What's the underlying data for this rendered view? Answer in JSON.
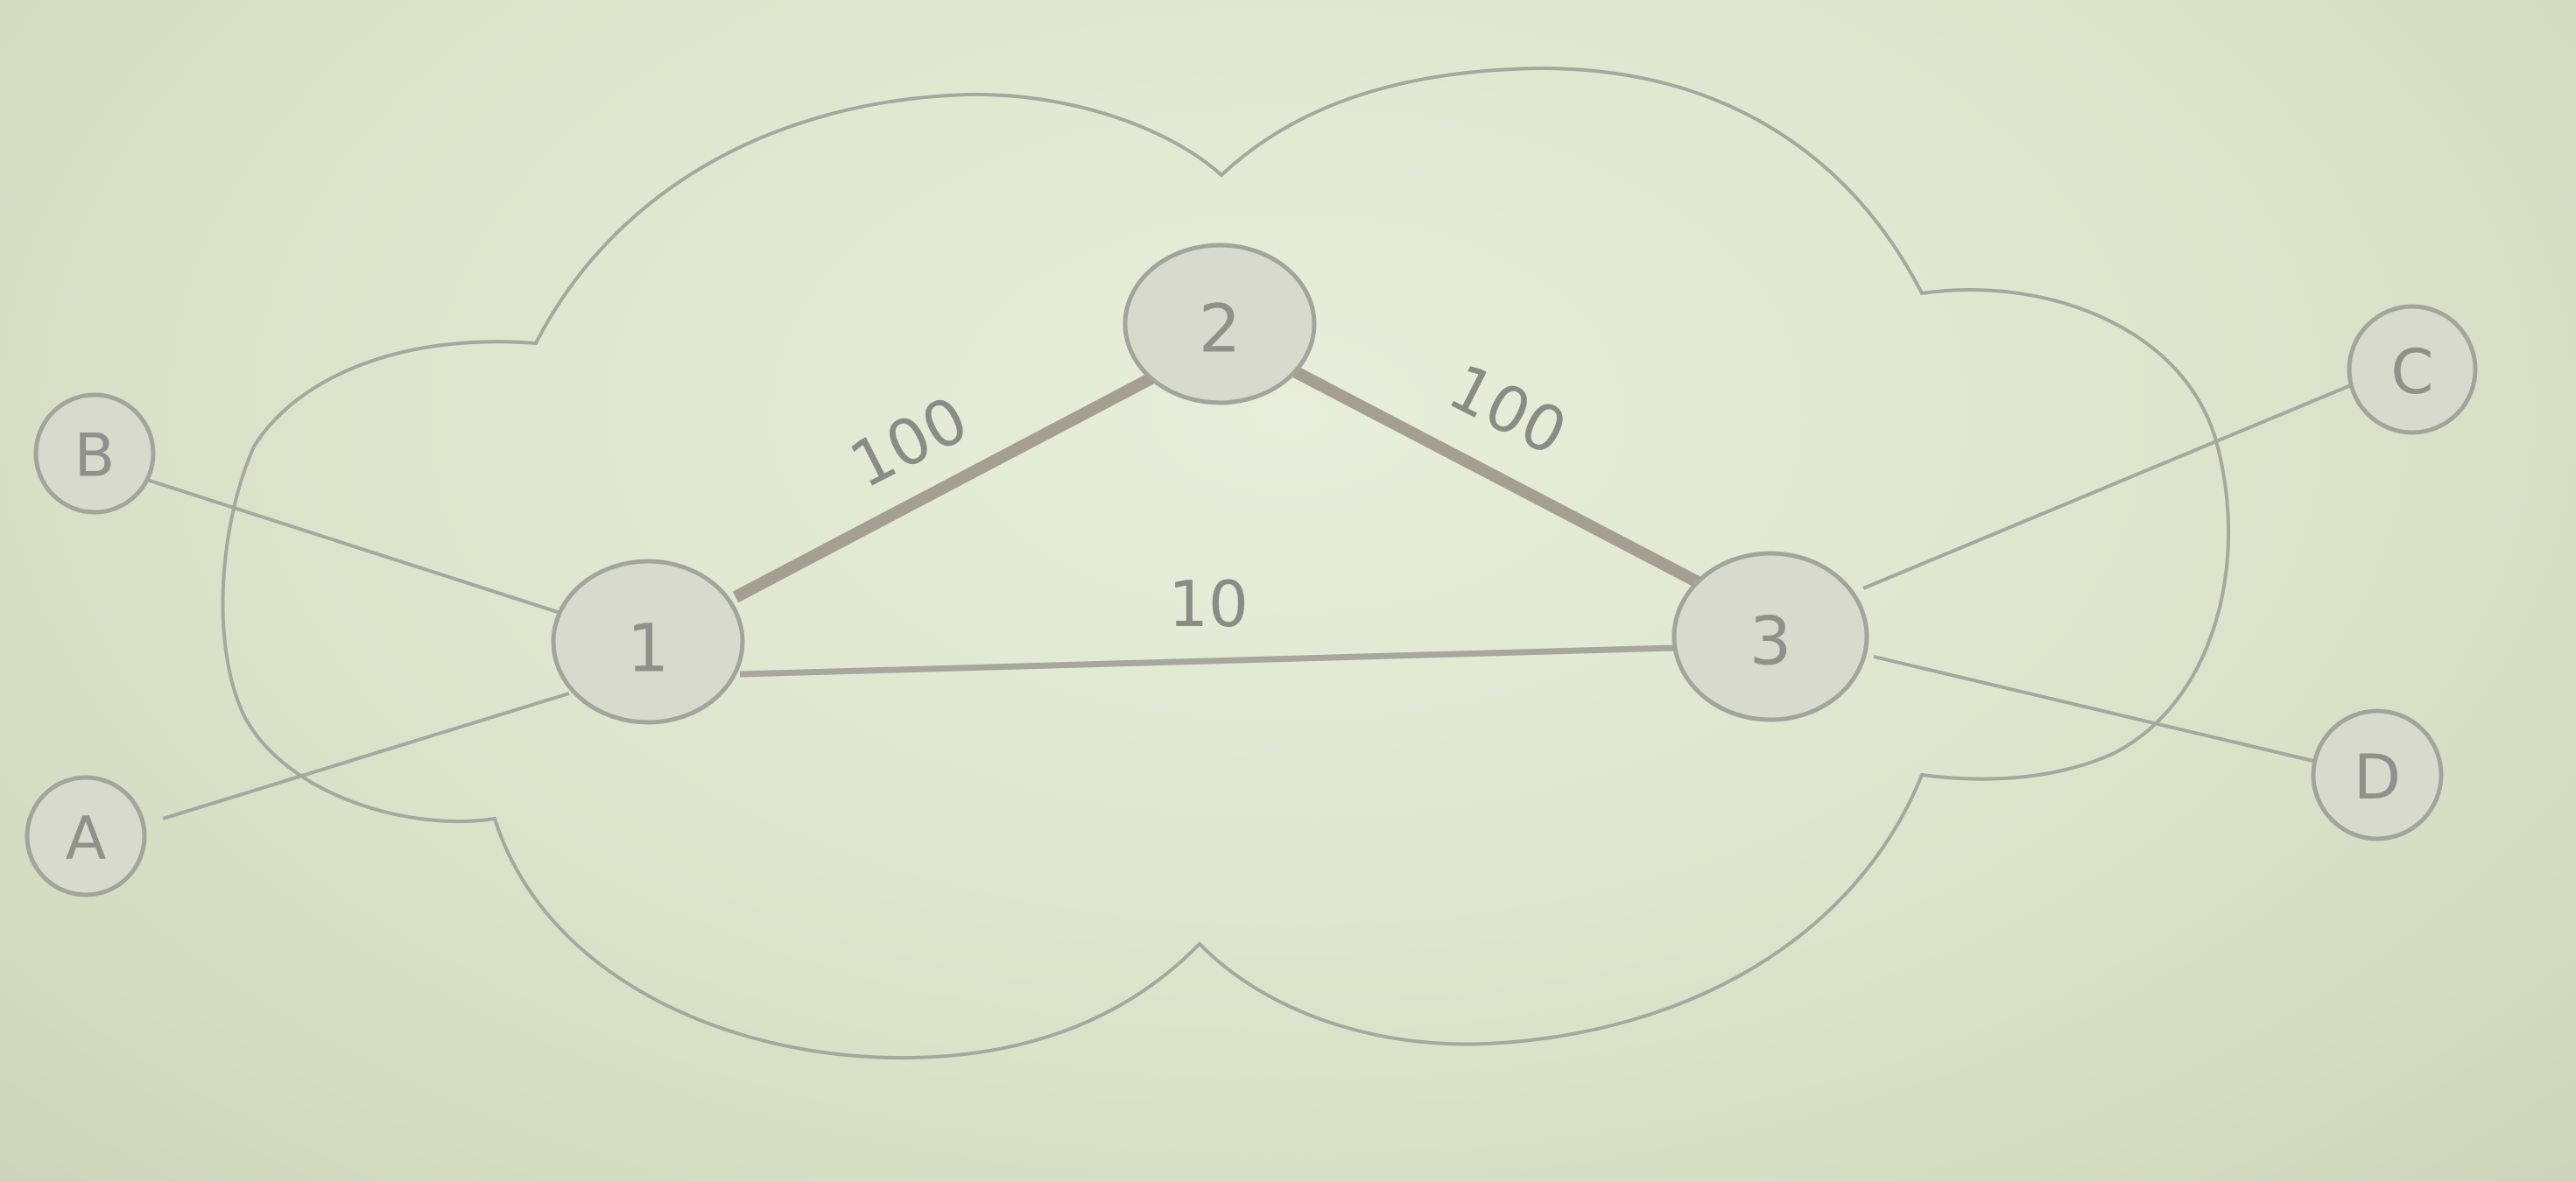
{
  "diagram": {
    "core_nodes": [
      {
        "id": "n1",
        "label": "1"
      },
      {
        "id": "n2",
        "label": "2"
      },
      {
        "id": "n3",
        "label": "3"
      }
    ],
    "edge_nodes": [
      {
        "id": "nA",
        "label": "A"
      },
      {
        "id": "nB",
        "label": "B"
      },
      {
        "id": "nC",
        "label": "C"
      },
      {
        "id": "nD",
        "label": "D"
      }
    ],
    "links": [
      {
        "from": "1",
        "to": "2",
        "weight": "100"
      },
      {
        "from": "2",
        "to": "3",
        "weight": "100"
      },
      {
        "from": "1",
        "to": "3",
        "weight": "10"
      },
      {
        "from": "B",
        "to": "1",
        "weight": ""
      },
      {
        "from": "A",
        "to": "1",
        "weight": ""
      },
      {
        "from": "C",
        "to": "3",
        "weight": ""
      },
      {
        "from": "D",
        "to": "3",
        "weight": ""
      }
    ],
    "colors": {
      "line": "#a6a79f",
      "thick_line": "#a59f91",
      "node_fill": "#d7dacd",
      "node_stroke": "#a3a59c",
      "cloud_stroke": "#a6a79e"
    }
  }
}
